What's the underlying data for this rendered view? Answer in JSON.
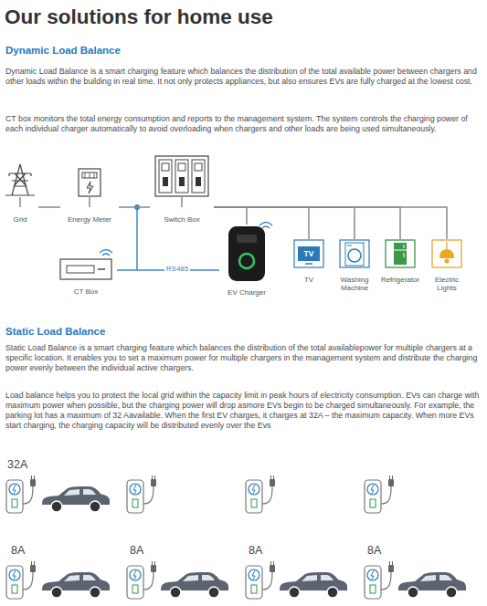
{
  "diagram": {
    "title": "Our solutions for home use",
    "nodes": [
      {
        "text": [
          "Grid"
        ]
      },
      {
        "text": [
          "Energy Meter"
        ]
      },
      {
        "text": [
          "Switch Box"
        ]
      },
      {
        "text": [
          "EV Charger"
        ]
      },
      {
        "text": [
          "TV",
          "TV"
        ]
      },
      {
        "text": [
          "Washing Machine"
        ]
      },
      {
        "text": [
          "Refrigerator"
        ]
      },
      {
        "text": [
          "Electric Lights"
        ]
      },
      {
        "text": [
          "CT Box"
        ]
      }
    ],
    "edges": [
      {
        "from": 0,
        "to": 1,
        "arrow": "none"
      },
      {
        "from": 1,
        "to": 2,
        "arrow": "none"
      },
      {
        "from": 2,
        "to": 3,
        "arrow": "none"
      },
      {
        "from": 2,
        "to": 4,
        "arrow": "none"
      },
      {
        "from": 2,
        "to": 5,
        "arrow": "none"
      },
      {
        "from": 2,
        "to": 6,
        "arrow": "none"
      },
      {
        "from": 2,
        "to": 7,
        "arrow": "none"
      },
      {
        "from": 8,
        "to": 3,
        "label": "RS485",
        "arrow": "none"
      }
    ],
    "labels": [
      "Dynamic Load Balance",
      "Dynamic Load Balance is a smart charging feature which balances the distribution of the total available power between chargers and other loads within the building in real time. It not only protects appliances, but also ensures EVs are fully charged at the lowest cost.",
      "CT box monitors the total energy consumption and reports to the management system. The system controls the charging power of each individual charger automatically to avoid overloading when chargers and other loads are being used simultaneously.",
      "Static Load Balance",
      "Static Load Balance is a smart charging feature which balances the distribution of the total availablepower for multiple chargers at a specific location. It enables you to set a maximum power for multiple chargers in the management system and distribute the charging power evenly between the individual active chargers.",
      "Load balance helps you to protect the local grid within the capacity limit in peak hours of electricity consumption. EVs can charge with maximum power when possible, but the charging power will drop asmore EVs begin to be charged simultaneously. For example, the parking lot has a maximum of 32 Aavailable. When the first EV charges, it charges at 32A – the maximum capacity. When more EVs start charging, the charging capacity will be distributed evenly over the Evs",
      "32A",
      "8A",
      "8A",
      "8A",
      "8A"
    ]
  }
}
